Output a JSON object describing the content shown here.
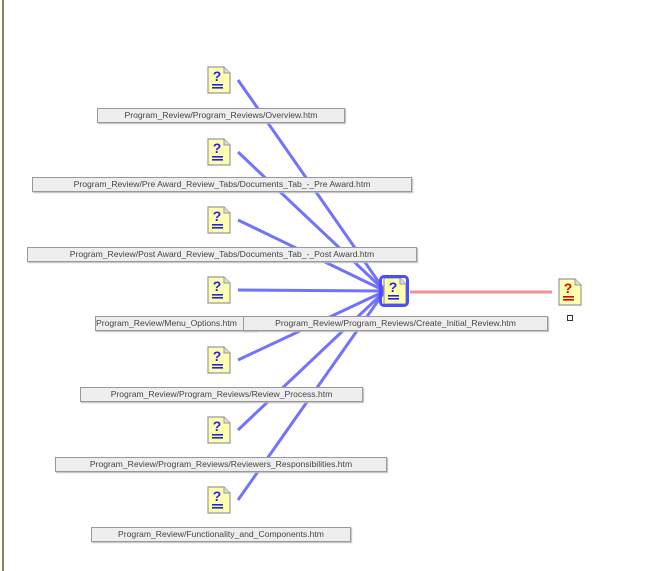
{
  "diagram": {
    "sources": [
      {
        "label": "Program_Review/Program_Reviews/Overview.htm"
      },
      {
        "label": "Program_Review/Pre Award_Review_Tabs/Documents_Tab_-_Pre Award.htm"
      },
      {
        "label": "Program_Review/Post Award_Review_Tabs/Documents_Tab_-_Post Award.htm"
      },
      {
        "label": "Program_Review/Menu_Options.htm"
      },
      {
        "label": "Program_Review/Program_Reviews/Review_Process.htm"
      },
      {
        "label": "Program_Review/Program_Reviews/Reviewers_Responsibilities.htm"
      },
      {
        "label": "Program_Review/Functionality_and_Components.htm"
      }
    ],
    "center": {
      "label": "Program_Review/Program_Reviews/Create_Initial_Review.htm"
    },
    "target": {
      "label": ""
    },
    "colors": {
      "incoming": "#5a5aff",
      "outgoing": "#f08080",
      "border": "#8a8258"
    }
  }
}
